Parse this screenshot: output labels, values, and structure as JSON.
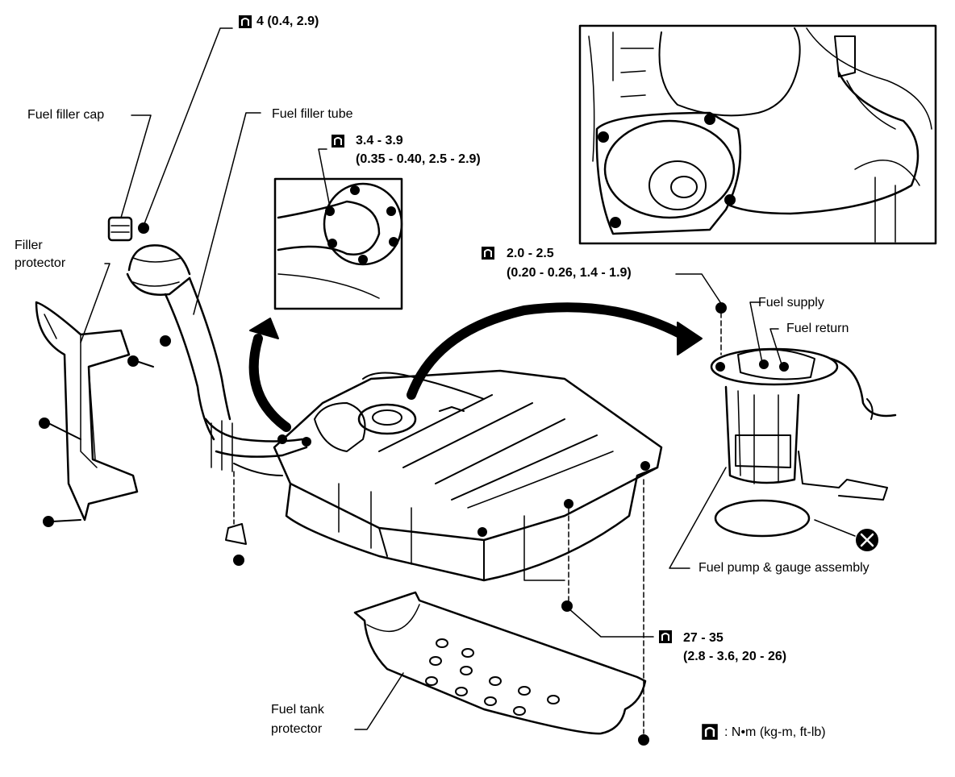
{
  "labels": {
    "fuel_filler_cap": "Fuel filler cap",
    "fuel_filler_tube": "Fuel filler tube",
    "filler_protector_line1": "Filler",
    "filler_protector_line2": "protector",
    "fuel_supply": "Fuel supply",
    "fuel_return": "Fuel return",
    "fuel_pump_gauge": "Fuel pump & gauge assembly",
    "fuel_tank_protector_line1": "Fuel tank",
    "fuel_tank_protector_line2": "protector"
  },
  "torques": {
    "cap_bolt": "4 (0.4, 2.9)",
    "filler_tube_line1": "3.4 - 3.9",
    "filler_tube_line2": "(0.35 - 0.40, 2.5 - 2.9)",
    "pump_bolt_line1": "2.0 - 2.5",
    "pump_bolt_line2": "(0.20 - 0.26, 1.4 - 1.9)",
    "tank_bolt_line1": "27 - 35",
    "tank_bolt_line2": "(2.8 - 3.6, 20 - 26)"
  },
  "legend": {
    "units": ": N•m (kg-m, ft-lb)"
  },
  "icons": {
    "torque_symbol": "torque-wrench-icon",
    "replace_symbol": "x-circle-icon"
  },
  "colors": {
    "ink": "#000000",
    "paper": "#ffffff"
  }
}
